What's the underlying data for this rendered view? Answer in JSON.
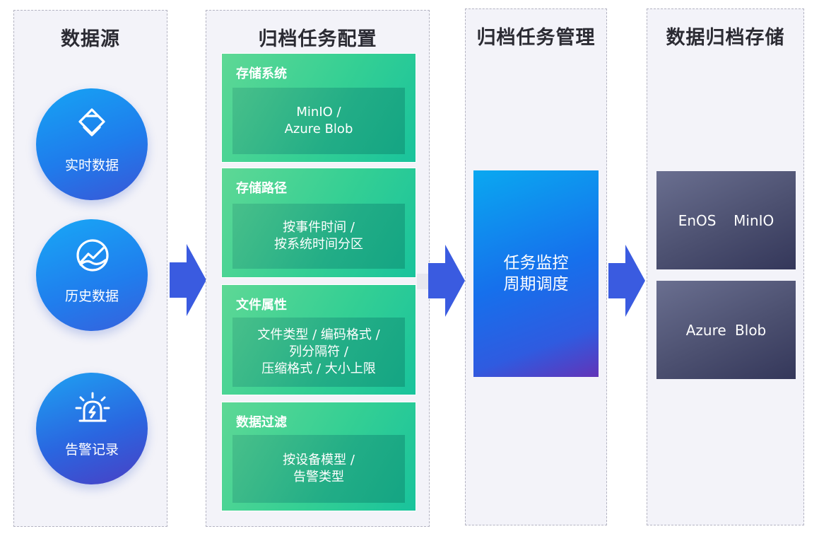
{
  "columns": {
    "source": {
      "title": "数据源",
      "items": [
        {
          "label": "实时数据",
          "icon": "layers-icon"
        },
        {
          "label": "历史数据",
          "icon": "chart-trend-icon"
        },
        {
          "label": "告警记录",
          "icon": "alarm-light-icon"
        }
      ]
    },
    "config": {
      "title": "归档任务配置",
      "cards": [
        {
          "title": "存储系统",
          "lines": [
            "MinIO /",
            "Azure Blob"
          ]
        },
        {
          "title": "存储路径",
          "lines": [
            "按事件时间 /",
            "按系统时间分区"
          ]
        },
        {
          "title": "文件属性",
          "lines": [
            "文件类型 / 编码格式 /",
            "列分隔符 /",
            "压缩格式 / 大小上限"
          ]
        },
        {
          "title": "数据过滤",
          "lines": [
            "按设备模型 /",
            "告警类型"
          ]
        }
      ]
    },
    "manage": {
      "title": "归档任务管理",
      "lines": [
        "任务监控",
        "周期调度"
      ]
    },
    "storage": {
      "title": "数据归档存储",
      "items": [
        "EnOS  MinIO",
        "Azure Blob"
      ]
    }
  },
  "colors": {
    "arrow": "#3a5be0",
    "card_green": "#34cf94",
    "storage_dark": "#4c5070"
  }
}
